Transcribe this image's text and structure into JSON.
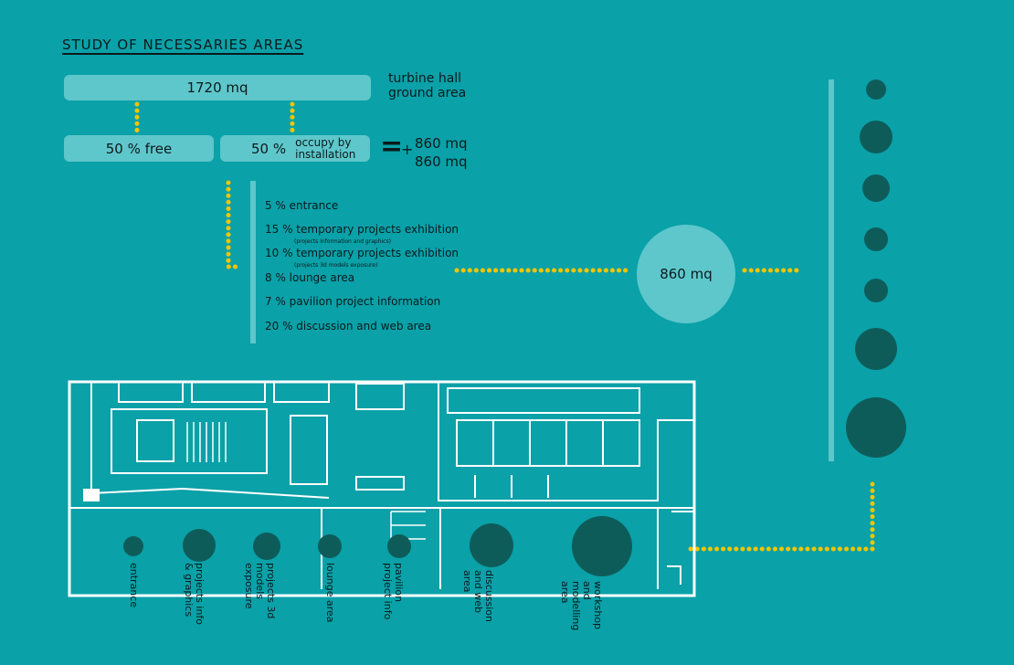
{
  "title": "STUDY OF NECESSARIES AREAS",
  "total_area": "1720 mq",
  "turbine_note": "turbine hall\nground area",
  "free_box": "50 % free",
  "occupy_box": "50 %",
  "occupy_note": "occupy by\ninstallation",
  "equals": "=",
  "plus": "+",
  "result_top": "860 mq",
  "result_bottom": "860 mq",
  "center_circle": "860 mq",
  "list": [
    {
      "text": "5 % entrance"
    },
    {
      "text": "15 % temporary projects exhibition",
      "sub": "(projects information and graphics)"
    },
    {
      "text": "10 % temporary projects exhibition",
      "sub": "(projects 3d models exposure)"
    },
    {
      "text": "8 % lounge area"
    },
    {
      "text": "7 % pavilion project information"
    },
    {
      "text": "20 % discussion and web area"
    }
  ],
  "plan_labels": [
    "entrance",
    "projects info\n& graphics",
    "projects 3d\nmodels\nexposure",
    "lounge area",
    "pavilion\nproject info",
    "discussion\nand web\narea",
    "workshop\nand\nmodelling\narea"
  ],
  "colors": {
    "background": "#0aa1a8",
    "light_teal": "#5ec7cb",
    "dark_circle": "#0e5c5a",
    "dots": "#f2c500",
    "plan_lines": "#ffffff"
  }
}
